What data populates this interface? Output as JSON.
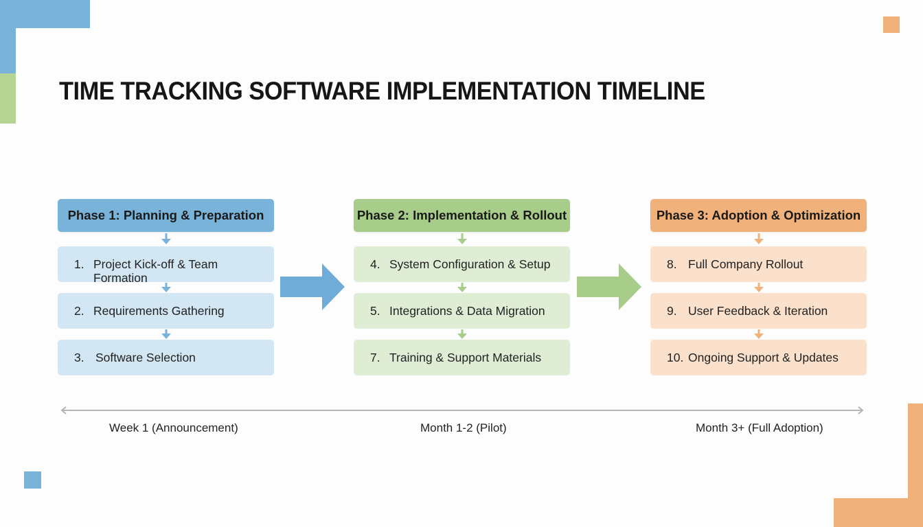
{
  "title": "TIME TRACKING SOFTWARE IMPLEMENTATION TIMELINE",
  "colors": {
    "blue": "#7ab3d9",
    "blue_light": "#d3e6f4",
    "green": "#a8cc8a",
    "green_light": "#e0edd5",
    "orange": "#f0b27a",
    "orange_light": "#fbe1cb",
    "axis": "#b5b5b5"
  },
  "phases": [
    {
      "header": "Phase 1: Planning & Preparation",
      "steps": [
        {
          "num": "1.",
          "label": "Project Kick-off & Team Formation"
        },
        {
          "num": "2.",
          "label": "Requirements Gathering"
        },
        {
          "num": "3.",
          "label": "Software Selection"
        }
      ]
    },
    {
      "header": "Phase 2: Implementation & Rollout",
      "steps": [
        {
          "num": "4.",
          "label": "System Configuration & Setup"
        },
        {
          "num": "5.",
          "label": "Integrations & Data Migration"
        },
        {
          "num": "7.",
          "label": "Training & Support Materials"
        }
      ]
    },
    {
      "header": "Phase 3: Adoption & Optimization",
      "steps": [
        {
          "num": "8.",
          "label": "Full Company Rollout"
        },
        {
          "num": "9.",
          "label": "User Feedback & Iteration"
        },
        {
          "num": "10.",
          "label": "Ongoing Support & Updates"
        }
      ]
    }
  ],
  "timeline": {
    "labels": [
      "Week 1 (Announcement)",
      "Month 1-2 (Pilot)",
      "Month 3+ (Full Adoption)"
    ]
  }
}
